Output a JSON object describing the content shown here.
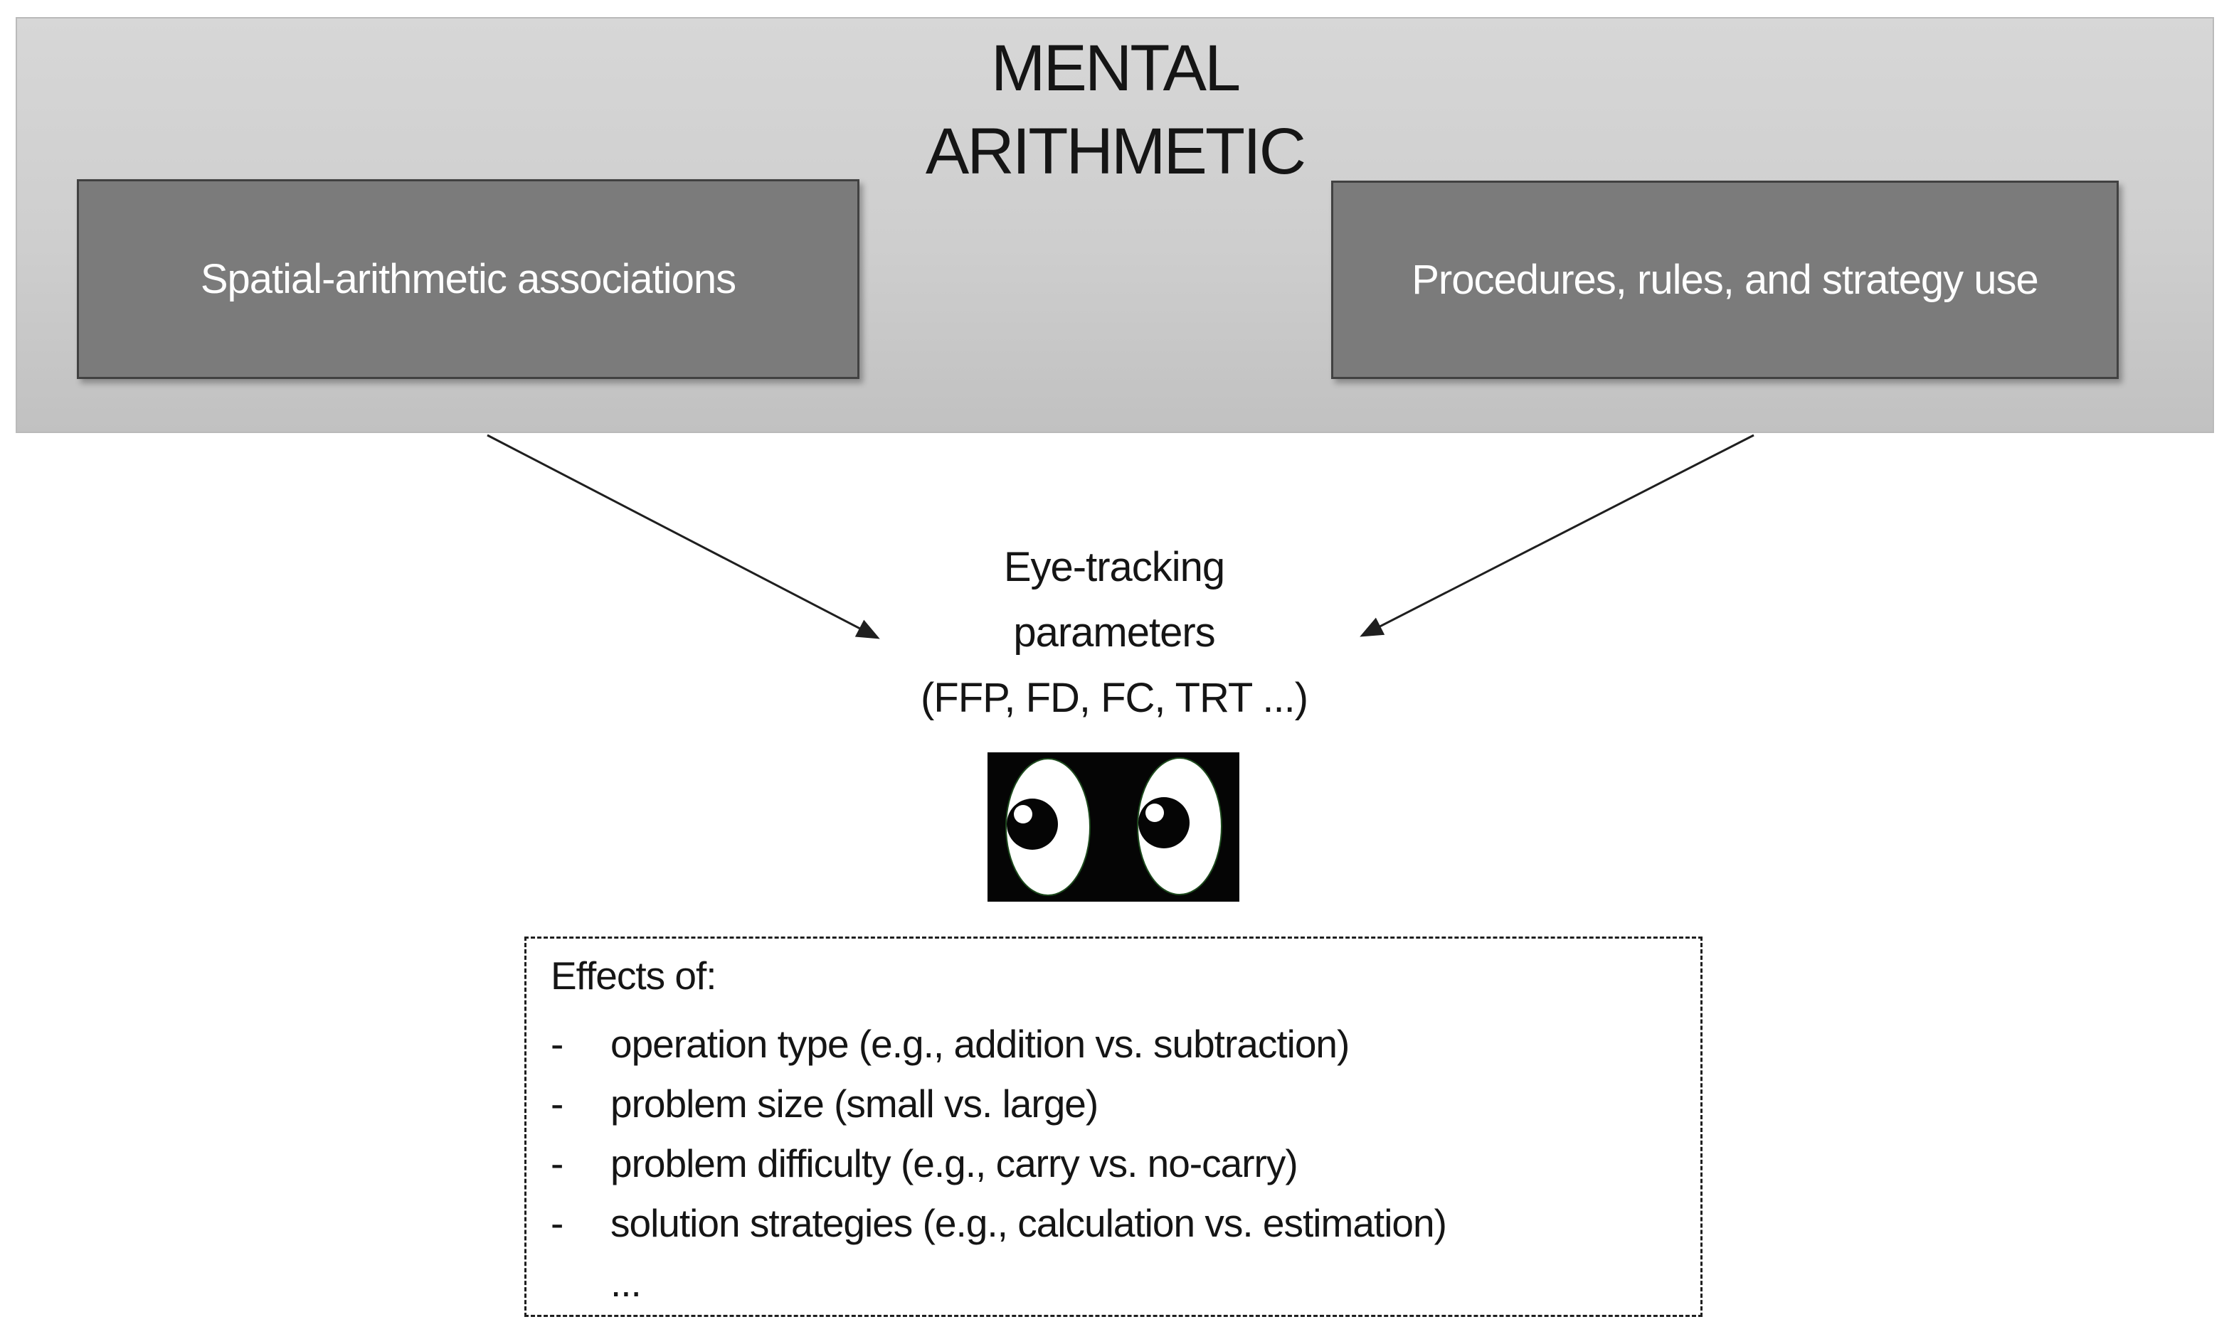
{
  "title": {
    "line1": "MENTAL",
    "line2": "ARITHMETIC"
  },
  "branch_boxes": {
    "left_label": "Spatial-arithmetic associations",
    "right_label": "Procedures, rules, and strategy use"
  },
  "center": {
    "line1": "Eye-tracking",
    "line2": "parameters",
    "line3": "(FFP, FD, FC, TRT ...)"
  },
  "effects": {
    "heading": "Effects of:",
    "bullet_marker": "-",
    "bullets": [
      "operation type (e.g., addition vs. subtraction)",
      "problem size (small vs. large)",
      "problem difficulty (e.g., carry vs. no-carry)",
      "solution strategies (e.g., calculation vs. estimation)"
    ],
    "ellipsis": "..."
  },
  "icons": {
    "eyes": "eyes-icon"
  },
  "colors": {
    "page_bg": "#ffffff",
    "banner_bg": "#cecece",
    "branch_box_bg": "#7b7b7b",
    "branch_box_border": "#414141",
    "box_text": "#ffffff",
    "text": "#151515",
    "arrow": "#1f1f1f",
    "eyes_bg": "#050505"
  }
}
